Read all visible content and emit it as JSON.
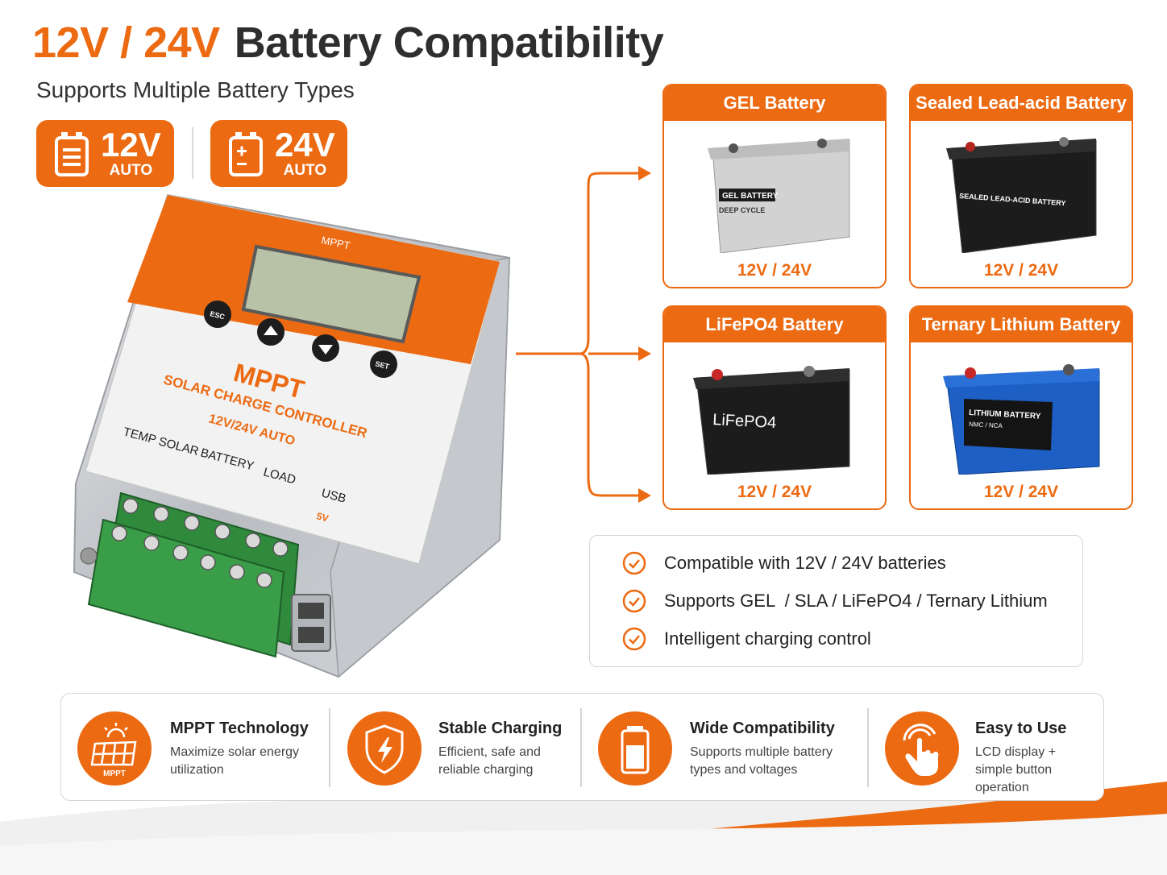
{
  "header": {
    "title_accent": "12V / 24V",
    "title_main": "Battery Compatibility",
    "subtitle": "Supports Multiple Battery Types"
  },
  "voltage_badges": [
    {
      "voltage": "12V",
      "mode": "AUTO"
    },
    {
      "voltage": "24V",
      "mode": "AUTO"
    }
  ],
  "controller": {
    "brand_small": "MPPT",
    "brand": "MPPT",
    "line1": "SOLAR CHARGE CONTROLLER",
    "line2": "12V/24V AUTO",
    "buttons": [
      "ESC",
      "SET"
    ],
    "ports": [
      "TEMP",
      "SOLAR",
      "BATTERY",
      "LOAD",
      "USB"
    ],
    "usb_voltage": "5V"
  },
  "batteries": [
    {
      "name": "GEL Battery",
      "voltage": "12V / 24V",
      "label": "GEL BATTERY",
      "sublabel": "DEEP CYCLE",
      "color": "#c9c9c9"
    },
    {
      "name": "Sealed Lead-acid Battery",
      "voltage": "12V / 24V",
      "label": "SEALED LEAD-ACID BATTERY",
      "sublabel": "",
      "color": "#1c1c1c"
    },
    {
      "name": "LiFePO4 Battery",
      "voltage": "12V / 24V",
      "label": "LiFePO4",
      "sublabel": "",
      "color": "#1c1c1c"
    },
    {
      "name": "Ternary Lithium Battery",
      "voltage": "12V / 24V",
      "label": "LITHIUM BATTERY",
      "sublabel": "NMC / NCA",
      "color": "#1d5fc4"
    }
  ],
  "features": [
    "Compatible with 12V / 24V batteries",
    "Supports GEL  / SLA / LiFePO4 / Ternary Lithium",
    "Intelligent charging control"
  ],
  "highlights": [
    {
      "icon": "solar-panel-icon",
      "icon_label": "MPPT",
      "title": "MPPT Technology",
      "desc": "Maximize solar energy utilization"
    },
    {
      "icon": "shield-bolt-icon",
      "title": "Stable Charging",
      "desc": "Efficient, safe and reliable charging"
    },
    {
      "icon": "battery-icon",
      "title": "Wide Compatibility",
      "desc": "Supports multiple battery types and voltages"
    },
    {
      "icon": "tap-hand-icon",
      "title": "Easy to Use",
      "desc": "LCD display + simple button operation"
    }
  ],
  "colors": {
    "accent": "#ec6a12",
    "text": "#2b2b2b"
  }
}
